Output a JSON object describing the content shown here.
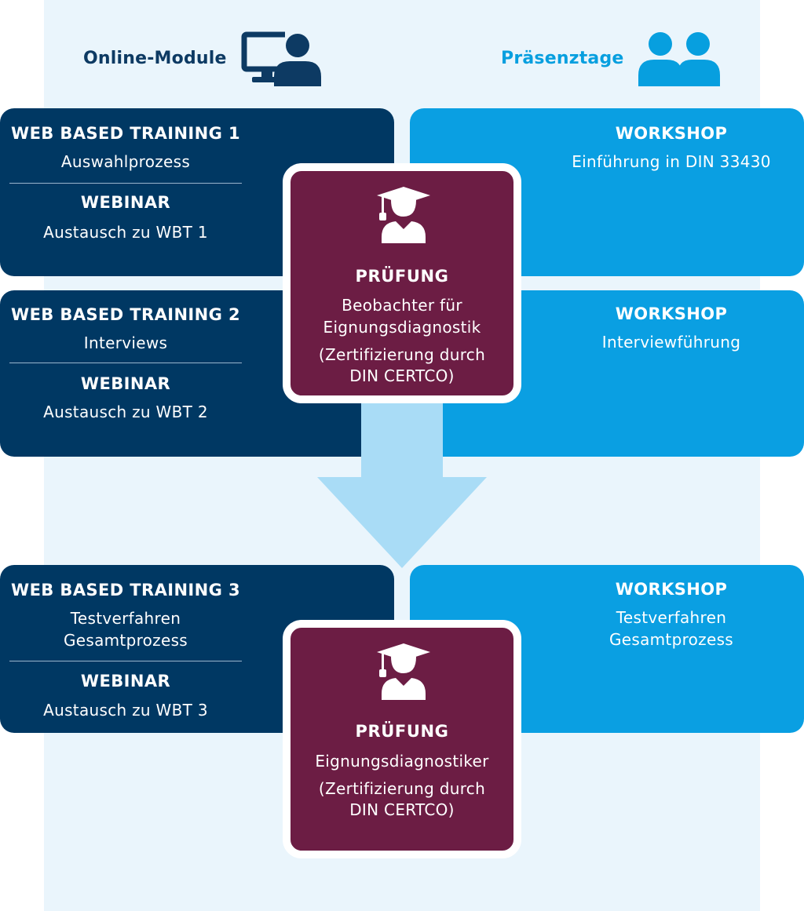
{
  "header": {
    "online_label": "Online-Module",
    "online_icon": "computer-user-icon",
    "presence_label": "Präsenztage",
    "presence_icon": "users-group-icon"
  },
  "colors": {
    "online_panel": "#003863",
    "presence_panel": "#0a9fe2",
    "exam_box": "#6c1d44",
    "arrow": "#a9dcf6",
    "background_band": "#eaf5fc"
  },
  "rows": [
    {
      "online": [
        {
          "title": "WEB BASED TRAINING 1",
          "lines": [
            "Auswahlprozess"
          ]
        },
        {
          "title": "WEBINAR",
          "lines": [
            "Austausch zu WBT 1"
          ]
        }
      ],
      "presence": {
        "title": "WORKSHOP",
        "lines": [
          "Einführung in DIN 33430"
        ]
      }
    },
    {
      "online": [
        {
          "title": "WEB BASED TRAINING 2",
          "lines": [
            "Interviews"
          ]
        },
        {
          "title": "WEBINAR",
          "lines": [
            "Austausch zu WBT 2"
          ]
        }
      ],
      "presence": {
        "title": "WORKSHOP",
        "lines": [
          "Interviewführung"
        ]
      }
    },
    {
      "online": [
        {
          "title": "WEB BASED TRAINING 3",
          "lines": [
            "Testverfahren",
            "Gesamtprozess"
          ]
        },
        {
          "title": "WEBINAR",
          "lines": [
            "Austausch zu WBT 3"
          ]
        }
      ],
      "presence": {
        "title": "WORKSHOP",
        "lines": [
          "Testverfahren",
          "Gesamtprozess"
        ]
      }
    }
  ],
  "exams": [
    {
      "icon": "graduation-cap-icon",
      "title": "PRÜFUNG",
      "lines": [
        "Beobachter für",
        "Eignungsdiagnostik"
      ],
      "note_lines": [
        "(Zertifizierung durch",
        "DIN CERTCO)"
      ]
    },
    {
      "icon": "graduation-cap-icon",
      "title": "PRÜFUNG",
      "lines": [
        "Eignungsdiagnostiker"
      ],
      "note_lines": [
        "(Zertifizierung durch",
        "DIN CERTCO)"
      ]
    }
  ]
}
